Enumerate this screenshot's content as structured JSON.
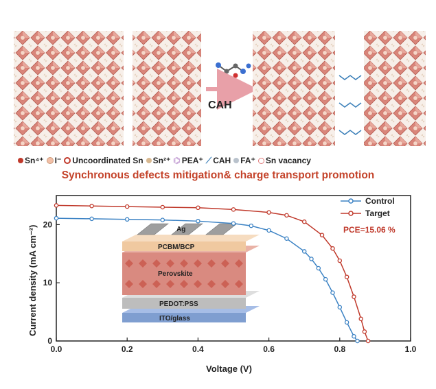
{
  "scheme": {
    "arrow_label": "CAH"
  },
  "legend": {
    "items": [
      {
        "label": "Sn⁴⁺",
        "color": "#c0392b"
      },
      {
        "label": "I⁻",
        "color": "#f2c0a8"
      },
      {
        "label": "Uncoordinated Sn",
        "color": "#e0a080"
      },
      {
        "label": "Sn²⁺",
        "color": "#d8b890"
      },
      {
        "label": "PEA⁺",
        "color": "#c9a8d8"
      },
      {
        "label": "CAH",
        "color": "#3b7fb8"
      },
      {
        "label": "FA⁺",
        "color": "#b9c2cc"
      },
      {
        "label": "Sn vacancy",
        "color": "#e07a7a"
      }
    ]
  },
  "headline": "Synchronous defects mitigation& charge transport promotion",
  "device_layers": [
    "Ag",
    "PCBM/BCP",
    "Perovskite",
    "PEDOT:PSS",
    "ITO/glass"
  ],
  "chart_data": {
    "type": "line",
    "xlabel": "Voltage (V)",
    "ylabel": "Current density (mA cm⁻²)",
    "xlim": [
      0.0,
      1.0
    ],
    "ylim": [
      0,
      25
    ],
    "xticks": [
      "0.0",
      "0.2",
      "0.4",
      "0.6",
      "0.8",
      "1.0"
    ],
    "yticks": [
      "0",
      "10",
      "20"
    ],
    "legend_position": "top-right",
    "annotation": "PCE=15.06 %",
    "series": [
      {
        "name": "Control",
        "color": "#3b82c4",
        "x": [
          0.0,
          0.1,
          0.2,
          0.3,
          0.4,
          0.5,
          0.55,
          0.6,
          0.65,
          0.7,
          0.72,
          0.74,
          0.76,
          0.78,
          0.8,
          0.82,
          0.84,
          0.85
        ],
        "y": [
          21.1,
          21.0,
          20.9,
          20.8,
          20.6,
          20.2,
          19.8,
          19.0,
          17.6,
          15.4,
          14.1,
          12.5,
          10.6,
          8.3,
          5.8,
          3.2,
          0.8,
          0.0
        ]
      },
      {
        "name": "Target",
        "color": "#c0392b",
        "x": [
          0.0,
          0.1,
          0.2,
          0.3,
          0.4,
          0.5,
          0.6,
          0.65,
          0.7,
          0.75,
          0.78,
          0.8,
          0.82,
          0.84,
          0.86,
          0.87,
          0.88
        ],
        "y": [
          23.3,
          23.2,
          23.1,
          23.0,
          22.9,
          22.6,
          22.1,
          21.6,
          20.5,
          18.2,
          15.9,
          13.8,
          11.0,
          7.6,
          3.8,
          1.6,
          0.0
        ]
      }
    ]
  }
}
